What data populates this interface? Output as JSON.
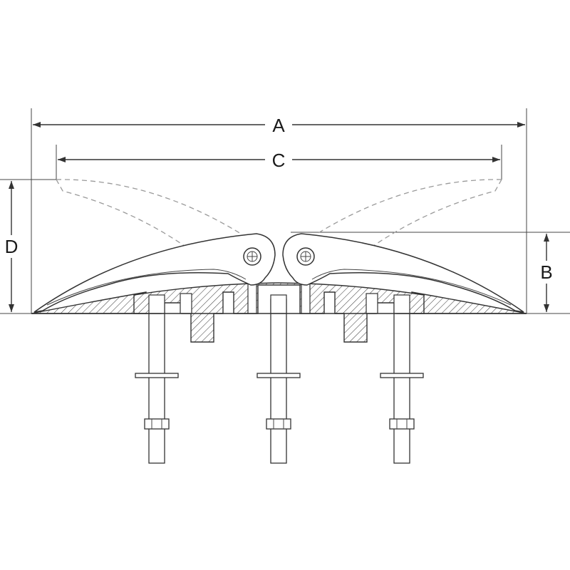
{
  "diagram": {
    "dimensions": {
      "A": "A",
      "B": "B",
      "C": "C",
      "D": "D"
    },
    "colors": {
      "line": "#333333",
      "hidden_line": "#9a9a9a",
      "background": "#ffffff"
    }
  }
}
